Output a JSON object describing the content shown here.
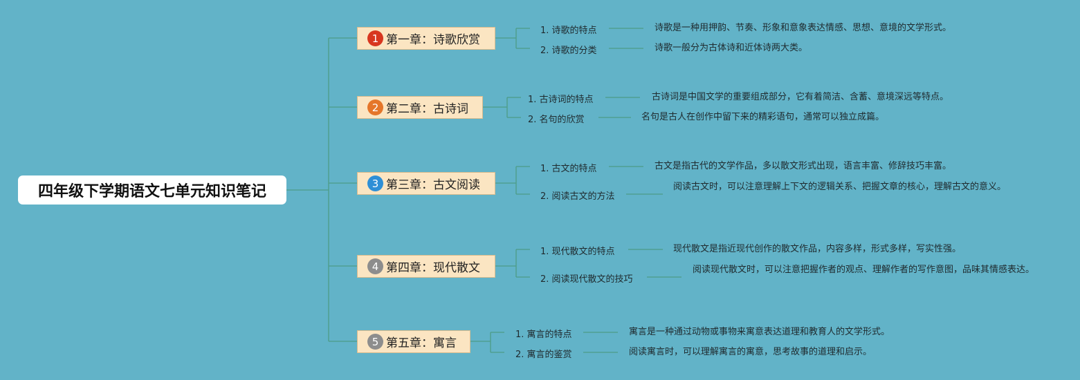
{
  "title": "四年级下学期语文七单元知识笔记",
  "colors": {
    "background": "#62b3c8",
    "line": "#4d9c86",
    "chapter_fill": "#fbe5c2"
  },
  "chapters": [
    {
      "number": "1",
      "title": "第一章：诗歌欣赏",
      "badge_color": "#d8361f",
      "items": [
        {
          "label": "1. 诗歌的特点",
          "desc": "诗歌是一种用押韵、节奏、形象和意象表达情感、思想、意境的文学形式。"
        },
        {
          "label": "2. 诗歌的分类",
          "desc": "诗歌一般分为古体诗和近体诗两大类。"
        }
      ]
    },
    {
      "number": "2",
      "title": "第二章：古诗词",
      "badge_color": "#e5762a",
      "items": [
        {
          "label": "1. 古诗词的特点",
          "desc": "古诗词是中国文学的重要组成部分，它有着简洁、含蓄、意境深远等特点。"
        },
        {
          "label": "2. 名句的欣赏",
          "desc": "名句是古人在创作中留下来的精彩语句，通常可以独立成篇。"
        }
      ]
    },
    {
      "number": "3",
      "title": "第三章：古文阅读",
      "badge_color": "#2e8fd6",
      "items": [
        {
          "label": "1. 古文的特点",
          "desc": "古文是指古代的文学作品，多以散文形式出现，语言丰富、修辞技巧丰富。"
        },
        {
          "label": "2. 阅读古文的方法",
          "desc": "阅读古文时，可以注意理解上下文的逻辑关系、把握文章的核心，理解古文的意义。"
        }
      ]
    },
    {
      "number": "4",
      "title": "第四章：现代散文",
      "badge_color": "#8d8d8d",
      "items": [
        {
          "label": "1. 现代散文的特点",
          "desc": "现代散文是指近现代创作的散文作品，内容多样，形式多样，写实性强。"
        },
        {
          "label": "2. 阅读现代散文的技巧",
          "desc": "阅读现代散文时，可以注意把握作者的观点、理解作者的写作意图，品味其情感表达。"
        }
      ]
    },
    {
      "number": "5",
      "title": "第五章：寓言",
      "badge_color": "#8d8d8d",
      "items": [
        {
          "label": "1. 寓言的特点",
          "desc": "寓言是一种通过动物或事物来寓意表达道理和教育人的文学形式。"
        },
        {
          "label": "2. 寓言的鉴赏",
          "desc": "阅读寓言时，可以理解寓言的寓意，思考故事的道理和启示。"
        }
      ]
    }
  ]
}
